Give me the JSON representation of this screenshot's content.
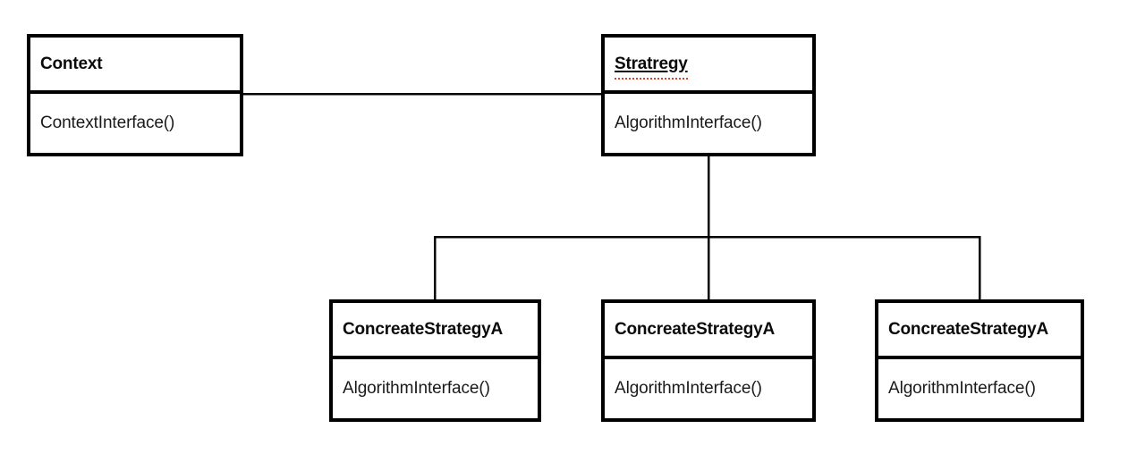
{
  "diagram": {
    "kind": "uml-class-diagram",
    "pattern_name": "Strategy",
    "background_color": "#ffffff",
    "line_color": "#000000",
    "spellcheck_color": "#e8392a"
  },
  "classes": {
    "context": {
      "name": "Context",
      "members": [
        "ContextInterface()"
      ],
      "misspelled": false
    },
    "strategy": {
      "name": "Stratregy",
      "members": [
        "AlgorithmInterface()"
      ],
      "misspelled": true
    },
    "concrete_a": {
      "name": "ConcreateStrategyA",
      "members": [
        "AlgorithmInterface()"
      ],
      "misspelled": false
    },
    "concrete_b": {
      "name": "ConcreateStrategyA",
      "members": [
        "AlgorithmInterface()"
      ],
      "misspelled": false
    },
    "concrete_c": {
      "name": "ConcreateStrategyA",
      "members": [
        "AlgorithmInterface()"
      ],
      "misspelled": false
    }
  },
  "connectors": [
    {
      "id": "association-context-strategy",
      "type": "association",
      "from": "context",
      "to": "strategy"
    },
    {
      "id": "generalization-strategy-concretes",
      "type": "generalization",
      "from": [
        "concrete_a",
        "concrete_b",
        "concrete_c"
      ],
      "to": "strategy"
    }
  ]
}
